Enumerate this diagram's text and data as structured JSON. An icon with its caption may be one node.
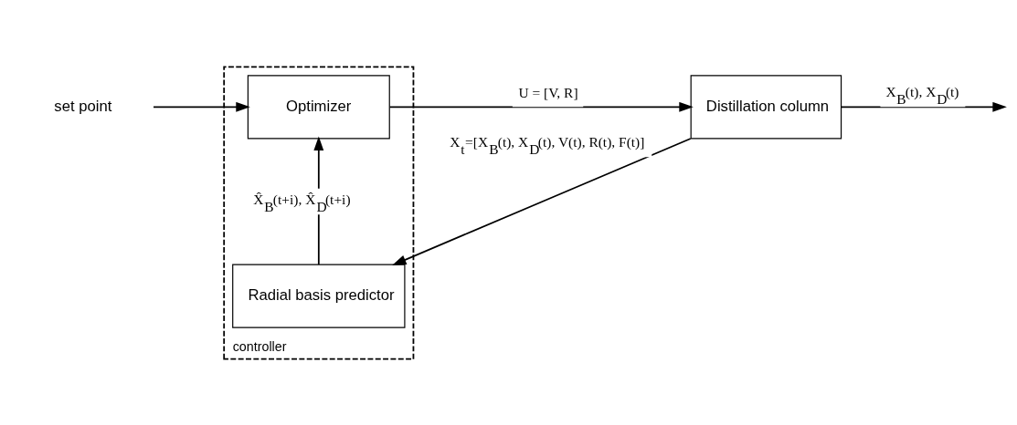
{
  "diagram": {
    "nodes": [
      {
        "text": [
          "controller"
        ]
      },
      {
        "text": [
          "set point"
        ]
      },
      {
        "text": [
          "Optimizer"
        ],
        "in": 0
      },
      {
        "text": [
          "Radial basis predictor"
        ],
        "in": 0
      },
      {
        "text": [
          "Distillation column"
        ]
      }
    ],
    "edges": [
      {
        "from": 1,
        "to": 2,
        "arrow": "to"
      },
      {
        "from": 2,
        "to": 4,
        "arrow": "to",
        "label": "U = [V, R]"
      },
      {
        "from": 4,
        "to": null,
        "arrow": "to",
        "label": "X$_{B}$(t), X$_{D}$(t)"
      },
      {
        "from": 4,
        "to": 3,
        "arrow": "to",
        "label": "X$_{t}$=[X$_{B}$(t), X$_{D}$(t), V(t), R(t), F(t)]"
      },
      {
        "from": 3,
        "to": 2,
        "arrow": "to",
        "label": "X̂$_{B}$(t+i), X̂$_{D}$(t+i)"
      }
    ]
  }
}
